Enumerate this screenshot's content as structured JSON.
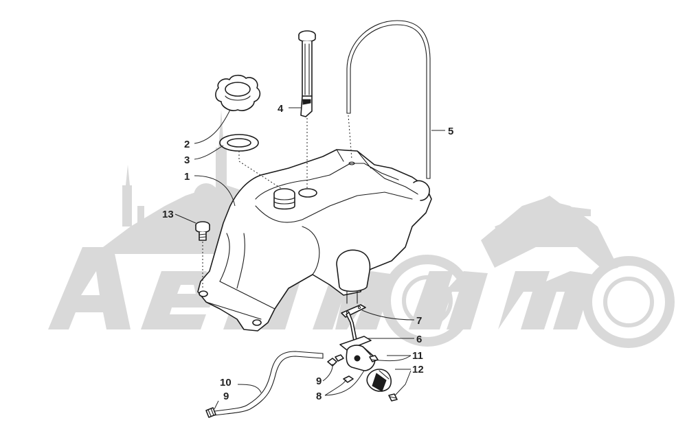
{
  "watermark": {
    "text": "",
    "color": "#d9d9d9"
  },
  "callouts": [
    {
      "id": "c1",
      "text": "1"
    },
    {
      "id": "c2",
      "text": "2"
    },
    {
      "id": "c3",
      "text": "3"
    },
    {
      "id": "c4",
      "text": "4"
    },
    {
      "id": "c5",
      "text": "5"
    },
    {
      "id": "c6",
      "text": "6"
    },
    {
      "id": "c7",
      "text": "7"
    },
    {
      "id": "c8",
      "text": "8"
    },
    {
      "id": "c9a",
      "text": "9"
    },
    {
      "id": "c9b",
      "text": "9"
    },
    {
      "id": "c10",
      "text": "10"
    },
    {
      "id": "c11",
      "text": "11"
    },
    {
      "id": "c12",
      "text": "12"
    },
    {
      "id": "c13",
      "text": "13"
    }
  ],
  "parts": {
    "fuel_tank": "fuel-tank",
    "fuel_cap": "fuel-cap",
    "cap_gasket": "cap-gasket",
    "fuel_gauge": "fuel-gauge-sender",
    "vent_hose": "vent-hose",
    "fuel_valve": "fuel-valve",
    "valve_gasket": "valve-gasket",
    "fuel_hose": "fuel-hose"
  }
}
